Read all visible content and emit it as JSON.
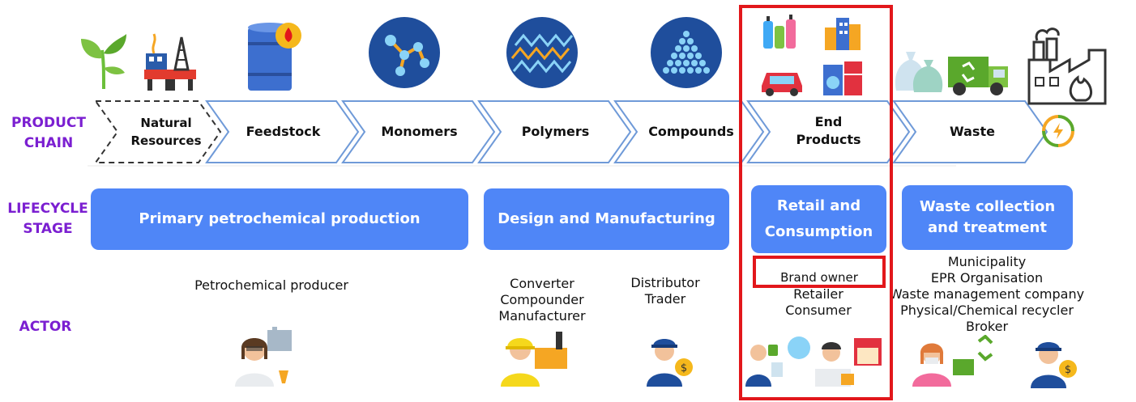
{
  "rows": {
    "product_chain": "PRODUCT\nCHAIN",
    "lifecycle_stage": "LIFECYCLE\nSTAGE",
    "actor": "ACTOR"
  },
  "chain": [
    {
      "label": "Natural\nResources",
      "style": "dashed"
    },
    {
      "label": "Feedstock",
      "style": "solid"
    },
    {
      "label": "Monomers",
      "style": "solid"
    },
    {
      "label": "Polymers",
      "style": "solid"
    },
    {
      "label": "Compounds",
      "style": "solid"
    },
    {
      "label": "End\nProducts",
      "style": "solid"
    },
    {
      "label": "Waste",
      "style": "solid"
    }
  ],
  "stages": [
    {
      "label": "Primary petrochemical production"
    },
    {
      "label": "Design and Manufacturing"
    },
    {
      "label": "Retail and\nConsumption"
    },
    {
      "label": "Waste collection\nand treatment"
    }
  ],
  "actors": {
    "petrochemical": "Petrochemical producer",
    "converter": "Converter\nCompounder\nManufacturer",
    "distributor": "Distributor\nTrader",
    "brand_owner": "Brand owner",
    "retail": "Retailer\nConsumer",
    "waste": "Municipality\nEPR Organisation\nWaste management company\nPhysical/Chemical recycler\nBroker"
  },
  "colors": {
    "accent_purple": "#7b1fd1",
    "stage_blue": "#4f86f7",
    "chevron_stroke": "#6f9ad8",
    "highlight_red": "#e2171b",
    "icon_navy": "#1f4e9c"
  }
}
